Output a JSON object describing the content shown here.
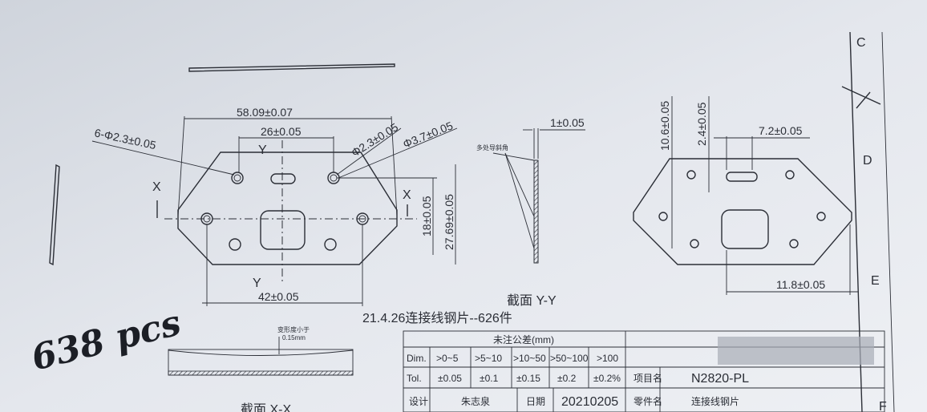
{
  "drawing": {
    "dimensions": {
      "overall_width": "58.09±0.07",
      "hole_spacing_top": "26±0.05",
      "holes_small": "6-Φ2.3±0.05",
      "hole_small_single": "Φ2.3±0.05",
      "hole_large": "Φ3.7±0.05",
      "height_18": "18±0.05",
      "height_27": "27.69±0.05",
      "bottom_spacing": "42±0.05",
      "thickness": "1±0.05",
      "right_10_6": "10.6±0.05",
      "right_2_4": "2.4±0.05",
      "right_7_2": "7.2±0.05",
      "right_11_8": "11.8±0.05"
    },
    "section_labels": {
      "x": "X",
      "y": "Y"
    },
    "chamfer_note": "多处导斜角",
    "section_yy": "截面  Y-Y",
    "section_xx": "截面  X-X",
    "deformation_note_1": "变形度小于",
    "deformation_note_2": "0.15mm",
    "order_note": "21.4.26连接线钢片--626件",
    "handwritten": "638 pcs",
    "border_letters": [
      "C",
      "D",
      "E",
      "F"
    ]
  },
  "title_block": {
    "tolerance_header": "未注公差(mm)",
    "dim_label": "Dim.",
    "tol_label": "Tol.",
    "ranges": [
      ">0~5",
      ">5~10",
      ">10~50",
      ">50~100",
      ">100"
    ],
    "tolerances": [
      "±0.05",
      "±0.1",
      "±0.15",
      "±0.2",
      "±0.2%"
    ],
    "project_label": "项目名",
    "project_value": "N2820-PL",
    "designer_label": "设计",
    "designer_value": "朱志泉",
    "date_label": "日期",
    "date_value": "20210205",
    "part_label": "零件名",
    "part_value": "连接线钢片"
  }
}
